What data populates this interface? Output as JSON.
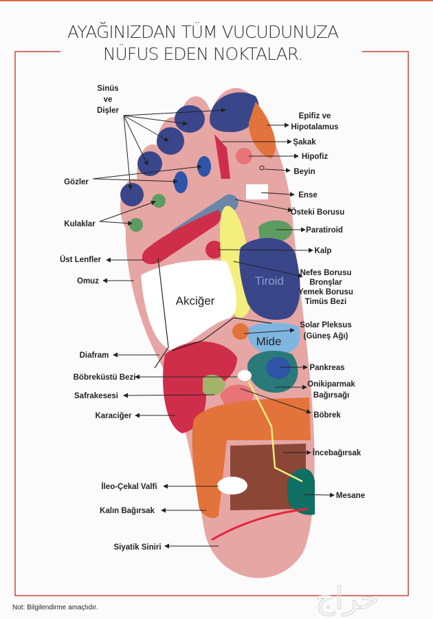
{
  "title": {
    "line1": "AYAĞINIZDAN TÜM VUCUDUNUZA",
    "line2": "NÜFUS EDEN NOKTALAR."
  },
  "note": "Not: Bilgilendirme amaçlıdır.",
  "watermark": "حراج",
  "in_foot": {
    "lung": "Akciğer",
    "thyroid": "Tiroid",
    "stomach": "Mide"
  },
  "left_labels": {
    "sinus1": "Sinüs",
    "sinus2": "ve",
    "sinus3": "Dişler",
    "eyes": "Gözler",
    "ears": "Kulaklar",
    "lymph": "Üst Lenfler",
    "shoulder": "Omuz",
    "diaphragm": "Diafram",
    "adrenal": "Böbreküstü Bezi",
    "gallbladder": "Safrakesesi",
    "liver": "Karaciğer",
    "ileocecal": "İleo-Çekal Valfi",
    "colon": "Kalın Bağırsak",
    "sciatic": "Siyatik Siniri"
  },
  "right_labels": {
    "pineal1": "Epifiz ve",
    "pineal2": "Hipotalamus",
    "temple": "Şakak",
    "pituitary": "Hipofiz",
    "brain": "Beyin",
    "neck": "Ense",
    "eustachian": "Östeki Borusu",
    "parathyroid": "Paratiroid",
    "heart": "Kalp",
    "trachea1": "Nefes Borusu",
    "trachea2": "Bronşlar",
    "trachea3": "Yemek Borusu",
    "trachea4": "Timüs Bezi",
    "solar1": "Solar Pleksus",
    "solar2": "(Güneş Ağı)",
    "pancreas": "Pankreas",
    "duodenum1": "Onikiparmak",
    "duodenum2": "Bağırsağı",
    "kidney": "Böbrek",
    "small_intestine": "İncebağırsak",
    "bladder": "Mesane"
  },
  "colors": {
    "frame": "#c8453a",
    "skin": "#e6a6a4",
    "blue": "#3a468a",
    "orange": "#e2733a",
    "red": "#cf2e4a"
  }
}
